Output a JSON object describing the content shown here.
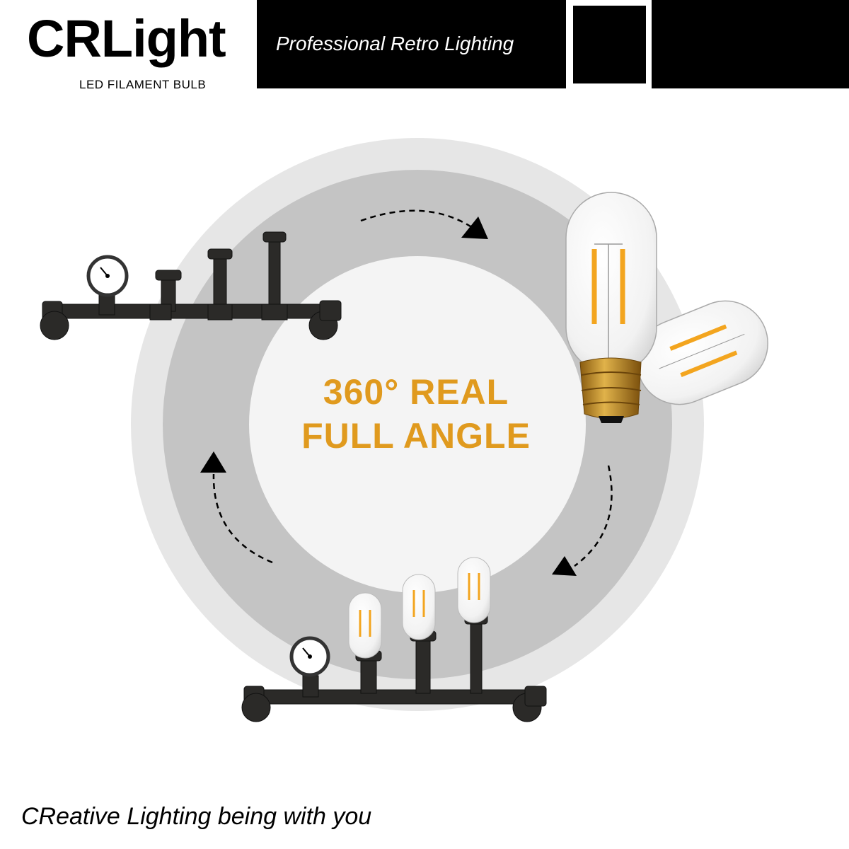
{
  "brand": {
    "title": "CRLight",
    "subtitle": "LED FILAMENT BULB"
  },
  "header": {
    "tagline": "Professional Retro Lighting"
  },
  "headline": {
    "line1": "360° REAL",
    "line2": "FULL ANGLE"
  },
  "footer": {
    "slogan": "CReative Lighting being with you"
  },
  "colors": {
    "accent": "#e09a1e",
    "filament": "#f3a51f",
    "brass": "#c9972e",
    "ring_outer": "#e6e6e6",
    "ring_inner": "#c4c4c4",
    "pipe": "#2b2a28"
  },
  "icons": [
    "rotation-arrow-icon",
    "pressure-gauge-icon",
    "pipe-lamp-icon",
    "led-bulb-icon"
  ]
}
